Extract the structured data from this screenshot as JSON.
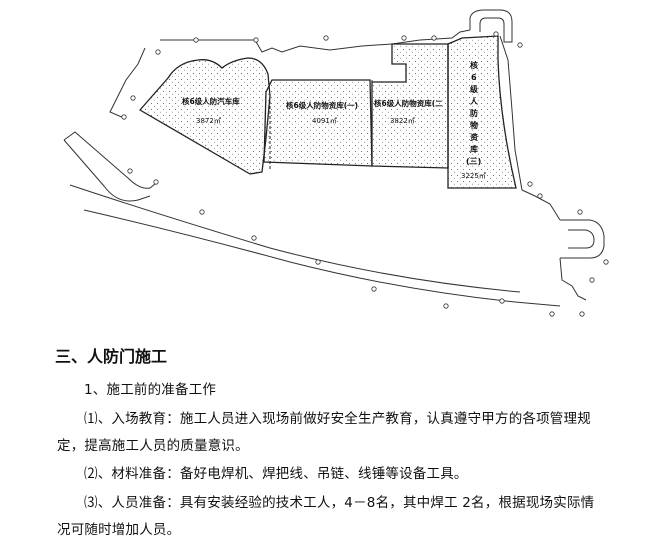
{
  "plan": {
    "zones": [
      {
        "label": "核6级人防汽车库",
        "area": "3872㎡"
      },
      {
        "label": "核6级人防物资库(一)",
        "area": "4091㎡"
      },
      {
        "label": "核6级人防物资库(二",
        "area": "3822㎡"
      },
      {
        "label_chars": [
          "核",
          "6",
          "级",
          "人",
          "防",
          "物",
          "资",
          "库",
          "(三)"
        ],
        "area": "3225㎡"
      }
    ]
  },
  "section": {
    "heading": "三、人防门施工",
    "step1": "1、施工前的准备工作",
    "item1_line1": "⑴、入场教育：施工人员进入现场前做好安全生产教育，认真遵守甲方的各项管理规",
    "item1_line2": "定，提高施工人员的质量意识。",
    "item2": "⑵、材料准备：备好电焊机、焊把线、吊链、线锤等设备工具。",
    "item3_line1": "⑶、人员准备：具有安装经验的技术工人，4－8名，其中焊工 2名，根据现场实际情",
    "item3_line2": "况可随时增加人员。"
  }
}
